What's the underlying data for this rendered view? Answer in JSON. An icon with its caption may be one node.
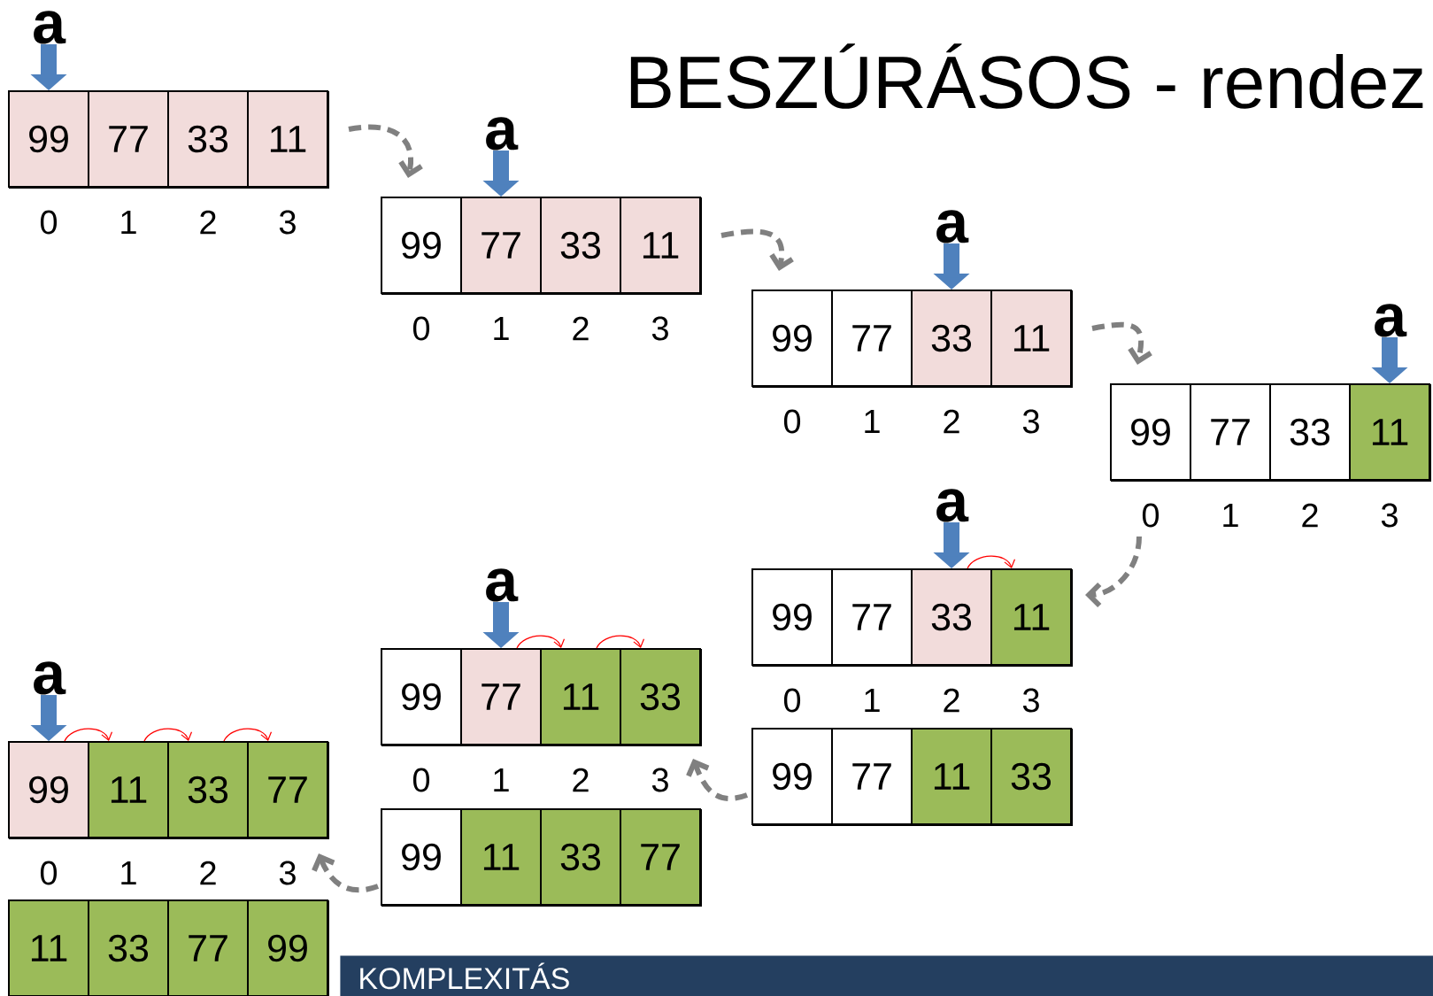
{
  "diagram": {
    "title": "BESZÚRÁSOS - rendez",
    "nodes": [
      {
        "text": [
          "a"
        ]
      },
      {
        "text": [],
        "shape": "box"
      },
      {
        "text": [
          "99"
        ],
        "in": 1
      },
      {
        "text": [
          "77"
        ],
        "in": 1
      },
      {
        "text": [
          "33"
        ],
        "in": 1
      },
      {
        "text": [
          "11"
        ],
        "in": 1
      },
      {
        "text": [
          "a"
        ]
      },
      {
        "text": [],
        "shape": "box"
      },
      {
        "text": [
          "99"
        ],
        "in": 7
      },
      {
        "text": [
          "77"
        ],
        "in": 7
      },
      {
        "text": [
          "33"
        ],
        "in": 7
      },
      {
        "text": [
          "11"
        ],
        "in": 7
      },
      {
        "text": [
          "a"
        ]
      },
      {
        "text": [],
        "shape": "box"
      },
      {
        "text": [
          "99"
        ],
        "in": 13
      },
      {
        "text": [
          "77"
        ],
        "in": 13
      },
      {
        "text": [
          "33"
        ],
        "in": 13
      },
      {
        "text": [
          "11"
        ],
        "in": 13
      },
      {
        "text": [
          "a"
        ]
      },
      {
        "text": [],
        "shape": "box"
      },
      {
        "text": [
          "99"
        ],
        "in": 19
      },
      {
        "text": [
          "77"
        ],
        "in": 19
      },
      {
        "text": [
          "33"
        ],
        "in": 19
      },
      {
        "text": [
          "11"
        ],
        "in": 19
      },
      {
        "text": [
          "a"
        ]
      },
      {
        "text": [],
        "shape": "box"
      },
      {
        "text": [
          "99"
        ],
        "in": 25
      },
      {
        "text": [
          "77"
        ],
        "in": 25
      },
      {
        "text": [
          "33"
        ],
        "in": 25
      },
      {
        "text": [
          "11"
        ],
        "in": 25
      },
      {
        "text": [],
        "shape": "box"
      },
      {
        "text": [
          "99"
        ],
        "in": 30
      },
      {
        "text": [
          "77"
        ],
        "in": 30
      },
      {
        "text": [
          "11"
        ],
        "in": 30
      },
      {
        "text": [
          "33"
        ],
        "in": 30
      },
      {
        "text": [
          "a"
        ]
      },
      {
        "text": [],
        "shape": "box"
      },
      {
        "text": [
          "99"
        ],
        "in": 36
      },
      {
        "text": [
          "77"
        ],
        "in": 36
      },
      {
        "text": [
          "11"
        ],
        "in": 36
      },
      {
        "text": [
          "33"
        ],
        "in": 36
      },
      {
        "text": [],
        "shape": "box"
      },
      {
        "text": [
          "99"
        ],
        "in": 41
      },
      {
        "text": [
          "11"
        ],
        "in": 41
      },
      {
        "text": [
          "33"
        ],
        "in": 41
      },
      {
        "text": [
          "77"
        ],
        "in": 41
      },
      {
        "text": [
          "a"
        ]
      },
      {
        "text": [],
        "shape": "box"
      },
      {
        "text": [
          "99"
        ],
        "in": 47
      },
      {
        "text": [
          "11"
        ],
        "in": 47
      },
      {
        "text": [
          "33"
        ],
        "in": 47
      },
      {
        "text": [
          "77"
        ],
        "in": 47
      },
      {
        "text": [],
        "shape": "box"
      },
      {
        "text": [
          "11"
        ],
        "in": 52
      },
      {
        "text": [
          "33"
        ],
        "in": 52
      },
      {
        "text": [
          "77"
        ],
        "in": 52
      },
      {
        "text": [
          "99"
        ],
        "in": 52
      },
      {
        "text": [
          "KOMPLEXITÁS"
        ]
      }
    ],
    "edges": [
      {
        "from": 0,
        "to": 2,
        "arrow": "to",
        "style": "thick",
        "color": "#4f81bd"
      },
      {
        "from": 6,
        "to": 9,
        "arrow": "to",
        "style": "thick",
        "color": "#4f81bd"
      },
      {
        "from": 12,
        "to": 16,
        "arrow": "to",
        "style": "thick",
        "color": "#4f81bd"
      },
      {
        "from": 18,
        "to": 23,
        "arrow": "to",
        "style": "thick",
        "color": "#4f81bd"
      },
      {
        "from": 24,
        "to": 28,
        "arrow": "to",
        "style": "thick",
        "color": "#4f81bd"
      },
      {
        "from": 35,
        "to": 38,
        "arrow": "to",
        "style": "thick",
        "color": "#4f81bd"
      },
      {
        "from": 46,
        "to": 48,
        "arrow": "to",
        "style": "thick",
        "color": "#4f81bd"
      },
      {
        "from": 28,
        "to": 29,
        "arrow": "to",
        "color": "#ff0000"
      },
      {
        "from": 38,
        "to": 39,
        "arrow": "to",
        "color": "#ff0000"
      },
      {
        "from": 39,
        "to": 40,
        "arrow": "to",
        "color": "#ff0000"
      },
      {
        "from": 48,
        "to": 49,
        "arrow": "to",
        "color": "#ff0000"
      },
      {
        "from": 49,
        "to": 50,
        "arrow": "to",
        "color": "#ff0000"
      },
      {
        "from": 50,
        "to": 51,
        "arrow": "to",
        "color": "#ff0000"
      },
      {
        "from": 1,
        "to": 7,
        "arrow": "to",
        "style": "dashed",
        "color": "#808080"
      },
      {
        "from": 7,
        "to": 13,
        "arrow": "to",
        "style": "dashed",
        "color": "#808080"
      },
      {
        "from": 13,
        "to": 19,
        "arrow": "to",
        "style": "dashed",
        "color": "#808080"
      },
      {
        "from": 19,
        "to": 25,
        "arrow": "to",
        "style": "dashed",
        "color": "#808080"
      },
      {
        "from": 30,
        "to": 36,
        "arrow": "to",
        "style": "dashed",
        "color": "#808080"
      },
      {
        "from": 41,
        "to": 47,
        "arrow": "to",
        "style": "dashed",
        "color": "#808080"
      }
    ],
    "labels": [
      "0",
      "1",
      "2",
      "3",
      "0",
      "1",
      "2",
      "3",
      "0",
      "1",
      "2",
      "3",
      "0",
      "1",
      "2",
      "3",
      "0",
      "1",
      "2",
      "3",
      "0",
      "1",
      "2",
      "3",
      "0",
      "1",
      "2",
      "3"
    ]
  }
}
